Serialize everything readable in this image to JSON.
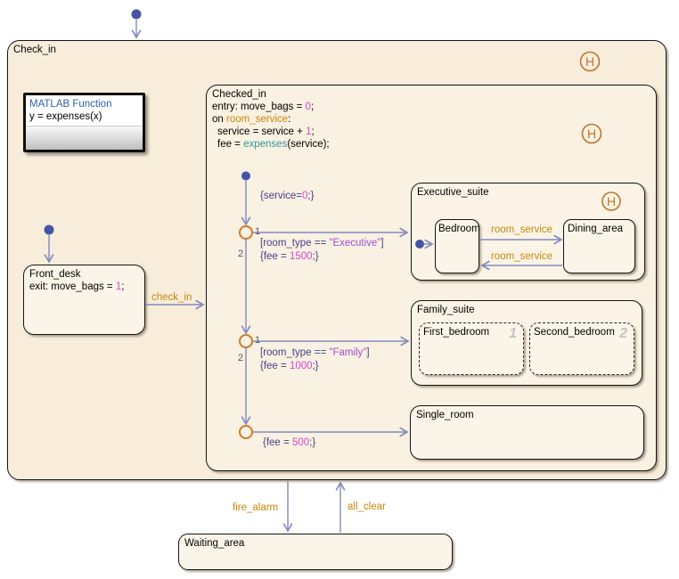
{
  "chart": {
    "title": "Check_in",
    "history_symbol": "H"
  },
  "matlab_fn": {
    "title": "MATLAB Function",
    "code": "y = expenses(x)"
  },
  "checked_in": {
    "title": "Checked_in",
    "entry_pre": "entry: move_bags = ",
    "entry_num": "0",
    "entry_post": ";",
    "on_pre": "on ",
    "on_event": "room_service",
    "on_post": ":",
    "svc_pre": "service = service + ",
    "svc_num": "1",
    "svc_post": ";",
    "fee_pre": "fee = ",
    "fee_fn": "expenses",
    "fee_post": "(service);"
  },
  "front_desk": {
    "title": "Front_desk",
    "exit_pre": "exit: move_bags = ",
    "exit_num": "1",
    "exit_post": ";"
  },
  "executive_suite": {
    "title": "Executive_suite",
    "history_symbol": "H",
    "bedroom": "Bedroom",
    "dining_area": "Dining_area"
  },
  "family_suite": {
    "title": "Family_suite",
    "first_bedroom": "First_bedroom",
    "second_bedroom": "Second_bedroom",
    "first_order": "1",
    "second_order": "2"
  },
  "single_room": {
    "title": "Single_room"
  },
  "waiting_area": {
    "title": "Waiting_area"
  },
  "transitions": {
    "check_in": "check_in",
    "room_service_to_dining": "room_service",
    "room_service_to_bedroom": "room_service",
    "fire_alarm": "fire_alarm",
    "all_clear": "all_clear",
    "init_pre": "{service=",
    "init_num": "0",
    "init_post": ";}",
    "exec_cond_pre": "[room_type == ",
    "exec_cond_str": "\"Executive\"",
    "exec_cond_post": "]",
    "exec_act_pre": "{fee = ",
    "exec_act_num": "1500",
    "exec_act_post": ";}",
    "family_cond_pre": "[room_type == ",
    "family_cond_str": "\"Family\"",
    "family_cond_post": "]",
    "family_act_pre": "{fee = ",
    "family_act_num": "1000",
    "family_act_post": ";}",
    "single_act_pre": "{fee = ",
    "single_act_num": "500",
    "single_act_post": ";}",
    "j1_order1": "1",
    "j1_order2": "2",
    "j2_order1": "1",
    "j2_order2": "2"
  },
  "colors": {
    "state_fill_outer": "#f7edda",
    "state_fill_mid": "#f9f1e1",
    "state_fill_leaf": "#fbf5e9",
    "event_orange": "#c8860a",
    "condition_indigo": "#43408a",
    "string_violet": "#a04fd4",
    "number_magenta": "#d944cf",
    "function_teal": "#2e9b9b",
    "transition_slate": "#8289c0",
    "initial_dot_blue": "#4455a5",
    "junction_orange": "#c87d2e",
    "history_orange": "#c1722c",
    "mlfn_title_blue": "#2b64ad"
  }
}
